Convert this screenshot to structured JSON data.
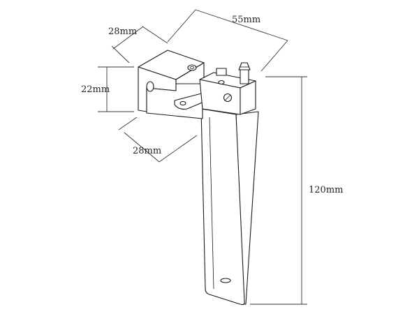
{
  "dimensions": {
    "bracket_depth_top": "28mm",
    "overall_width": "55mm",
    "bracket_height": "22mm",
    "bracket_depth_bottom": "28mm",
    "blade_length": "120mm"
  }
}
